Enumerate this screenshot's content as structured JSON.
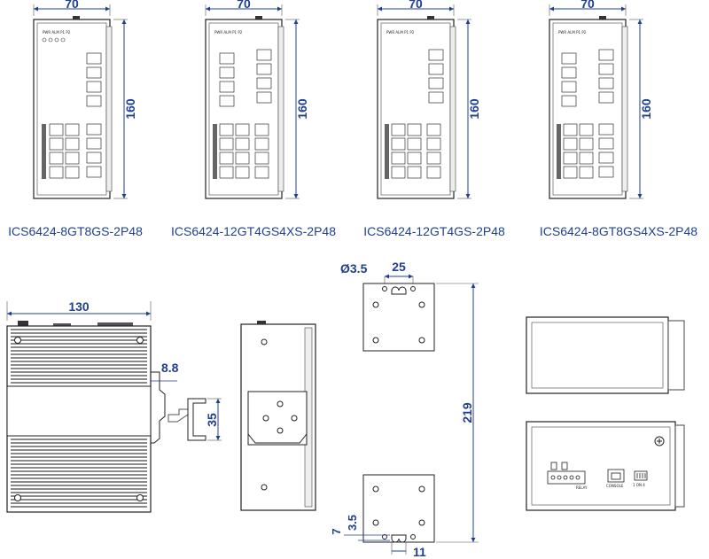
{
  "dimensions": {
    "front_width": "70",
    "front_height": "160",
    "side_depth": "130",
    "din_offset": "8.8",
    "din_rail": "35",
    "hole_dia": "Ø3.5",
    "hole_spacing": "25",
    "plate_height": "219",
    "slot_a": "7",
    "slot_b": "3.5",
    "slot_c": "11"
  },
  "models": [
    {
      "name": "ICS6424-8GT8GS-2P48"
    },
    {
      "name": "ICS6424-12GT4GS4XS-2P48"
    },
    {
      "name": "ICS6424-12GT4GS-2P48"
    },
    {
      "name": "ICS6424-8GT8GS4XS-2P48"
    }
  ],
  "labels": {
    "led_header": "PWR ALM P1 P2",
    "console": "CONSOLE",
    "relay": "RELAY",
    "dip": "1 ON 4"
  },
  "colors": {
    "dimension": "#1f3f8f",
    "outline": "#222222"
  }
}
